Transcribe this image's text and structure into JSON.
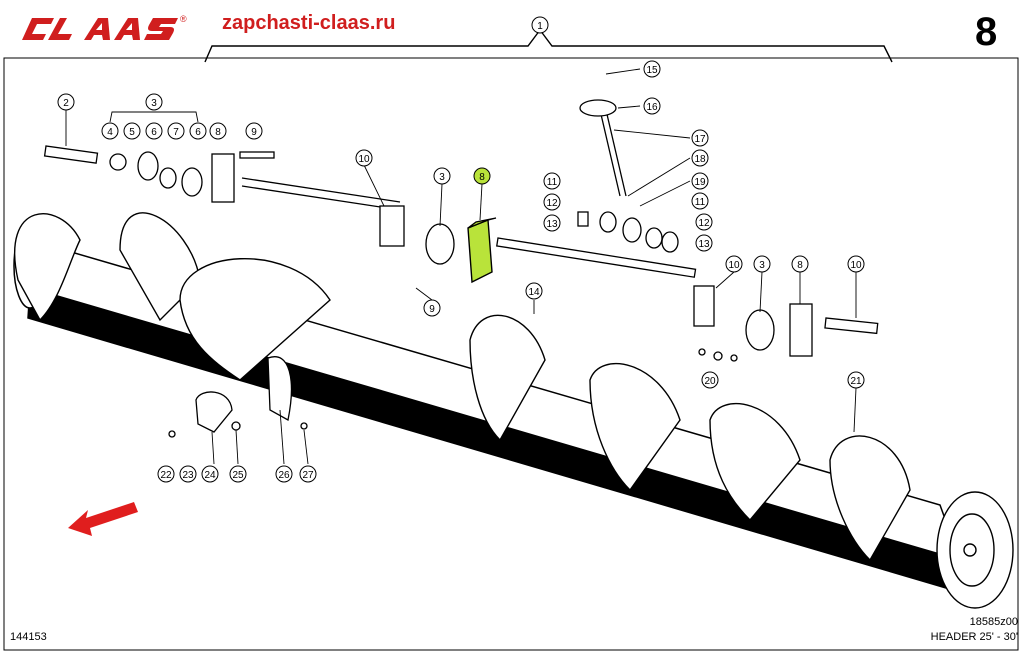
{
  "header": {
    "brand": "CLAAS",
    "site": "zapchasti-claas.ru",
    "page_number": "8"
  },
  "footer": {
    "doc_number": "144153",
    "figure_ref": "18585z00",
    "model": "HEADER 25' - 30'"
  },
  "colors": {
    "brand_red": "#d01e1e",
    "highlight": "#b9e33a",
    "line": "#000000"
  },
  "callouts": [
    "1",
    "2",
    "3",
    "4",
    "5",
    "6",
    "7",
    "6",
    "8",
    "9",
    "10",
    "3",
    "8",
    "11",
    "12",
    "13",
    "9",
    "15",
    "16",
    "17",
    "18",
    "19",
    "11",
    "12",
    "13",
    "10",
    "3",
    "8",
    "10",
    "14",
    "20",
    "21",
    "22",
    "23",
    "24",
    "25",
    "26",
    "27"
  ],
  "highlighted_callout": "8",
  "icons": {
    "direction": "arrow-icon"
  }
}
